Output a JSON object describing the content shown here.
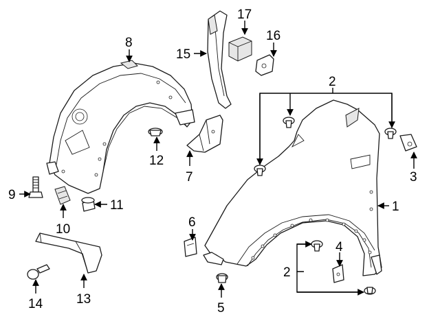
{
  "callouts": {
    "c1": "1",
    "c2_top": "2",
    "c2_bottom": "2",
    "c3": "3",
    "c4": "4",
    "c5": "5",
    "c6": "6",
    "c7": "7",
    "c8": "8",
    "c9": "9",
    "c10": "10",
    "c11": "11",
    "c12": "12",
    "c13": "13",
    "c14": "14",
    "c15": "15",
    "c16": "16",
    "c17": "17"
  },
  "colors": {
    "line": "#1a1a1a",
    "fill": "#ffffff",
    "shade": "#e6e6e6"
  }
}
